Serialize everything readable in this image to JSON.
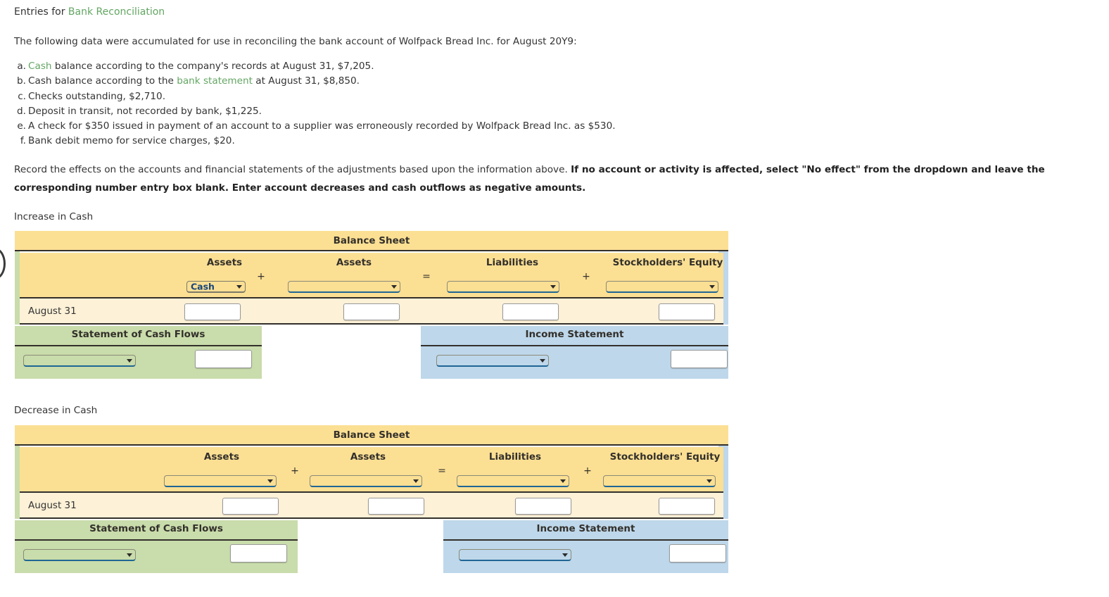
{
  "header": {
    "title_prefix": "Entries for ",
    "title_link": "Bank Reconciliation"
  },
  "intro": {
    "text": "The following data were accumulated for use in reconciling the bank account of Wolfpack Bread Inc. for August 20Y9:"
  },
  "facts": [
    {
      "label": "a.",
      "pre": "",
      "link": "Cash",
      "post": " balance according to the company's records at August 31, $7,205."
    },
    {
      "label": "b.",
      "pre": "Cash balance according to the ",
      "link": "bank statement",
      "post": " at August 31, $8,850."
    },
    {
      "label": "c.",
      "pre": "Checks outstanding, $2,710.",
      "link": "",
      "post": ""
    },
    {
      "label": "d.",
      "pre": "Deposit in transit, not recorded by bank, $1,225.",
      "link": "",
      "post": ""
    },
    {
      "label": "e.",
      "pre": "A check for $350 issued in payment of an account to a supplier was erroneously recorded by Wolfpack Bread Inc. as $530.",
      "link": "",
      "post": ""
    },
    {
      "label": "f.",
      "pre": "Bank debit memo for service charges, $20.",
      "link": "",
      "post": ""
    }
  ],
  "record": {
    "line1_normal": "Record the effects on the accounts and financial statements of the adjustments based upon the information above. ",
    "line1_bold": "If no account or activity is affected, select \"No effect\" from the dropdown and leave the",
    "line2_bold": "corresponding number entry box blank. Enter account decreases and cash outflows as negative amounts."
  },
  "sections": [
    {
      "caption": "Increase in Cash",
      "balance_sheet_title": "Balance Sheet",
      "columns": [
        {
          "head": "Assets",
          "operator_after": "+",
          "dropdown_value": "Cash"
        },
        {
          "head": "Assets",
          "operator_after": "=",
          "dropdown_value": ""
        },
        {
          "head": "Liabilities",
          "operator_after": "+",
          "dropdown_value": ""
        },
        {
          "head": "Stockholders' Equity",
          "operator_after": "",
          "dropdown_value": ""
        }
      ],
      "row_label": "August 31",
      "row_values": [
        "",
        "",
        "",
        ""
      ],
      "cash_flows": {
        "title": "Statement of Cash Flows",
        "dropdown_value": "",
        "amount": ""
      },
      "income_statement": {
        "title": "Income Statement",
        "dropdown_value": "",
        "amount": ""
      }
    },
    {
      "caption": "Decrease in Cash",
      "balance_sheet_title": "Balance Sheet",
      "columns": [
        {
          "head": "Assets",
          "operator_after": "+",
          "dropdown_value": ""
        },
        {
          "head": "Assets",
          "operator_after": "=",
          "dropdown_value": ""
        },
        {
          "head": "Liabilities",
          "operator_after": "+",
          "dropdown_value": ""
        },
        {
          "head": "Stockholders' Equity",
          "operator_after": "",
          "dropdown_value": ""
        }
      ],
      "row_label": "August 31",
      "row_values": [
        "",
        "",
        "",
        ""
      ],
      "cash_flows": {
        "title": "Statement of Cash Flows",
        "dropdown_value": "",
        "amount": ""
      },
      "income_statement": {
        "title": "Income Statement",
        "dropdown_value": "",
        "amount": ""
      }
    }
  ],
  "colors": {
    "balance_sheet_header": "#fbdf93",
    "balance_sheet_row": "#fdf1d7",
    "cash_flows_panel": "#c9dcab",
    "income_statement_panel": "#bed7ea",
    "link_green": "#63a663",
    "dropdown_underline": "#1f6694",
    "dropdown_text": "#16457a",
    "rule": "#33302b"
  }
}
